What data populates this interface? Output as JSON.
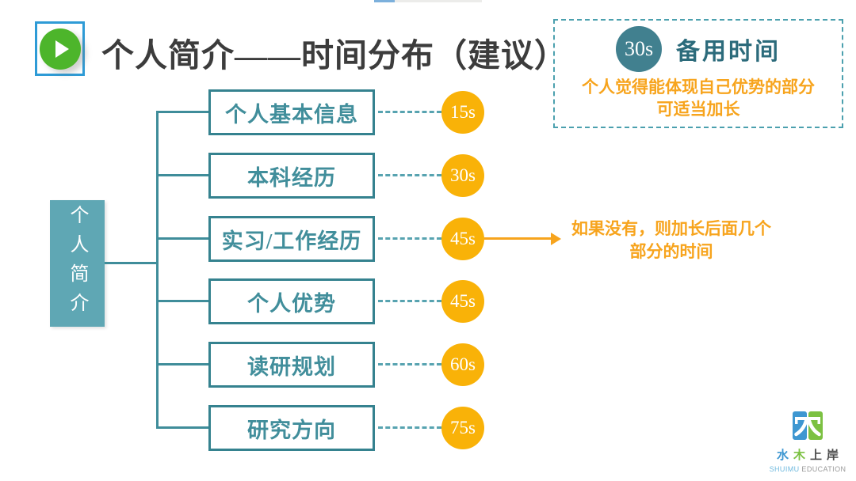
{
  "header": {
    "title": "个人简介——时间分布（建议）"
  },
  "backup_panel": {
    "badge": "30s",
    "title": "备用时间",
    "note_lines": [
      "个人觉得能体现自己优势的部分",
      "可适当加长"
    ]
  },
  "tree": {
    "root_label": "个人简介",
    "rows": [
      {
        "label": "个人基本信息",
        "time": "15s"
      },
      {
        "label": "本科经历",
        "time": "30s"
      },
      {
        "label": "实习/工作经历",
        "time": "45s"
      },
      {
        "label": "个人优势",
        "time": "45s"
      },
      {
        "label": "读研规划",
        "time": "60s"
      },
      {
        "label": "研究方向",
        "time": "75s"
      }
    ]
  },
  "annotation": {
    "lines": [
      "如果没有，则加长后面几个",
      "部分的时间"
    ]
  },
  "logo": {
    "cn_chars": [
      "水",
      "木",
      "上",
      "岸"
    ],
    "en_parts": [
      "SHUIMU",
      " EDUCATION"
    ]
  },
  "colors": {
    "teal_box_fill": "#5fa7b4",
    "teal_border": "#35828f",
    "teal_line": "#3f8d9a",
    "teal_dark_text": "#2c6b7b",
    "badge_teal": "#41808f",
    "time_circle_gold": "#f9b208",
    "orange_text": "#f7a41d",
    "title_gray": "#3c3c3c",
    "play_green": "#4db52b",
    "play_frame_blue": "#2e9bd6",
    "logo_blue": "#3e97d1",
    "logo_green": "#7cc142"
  }
}
